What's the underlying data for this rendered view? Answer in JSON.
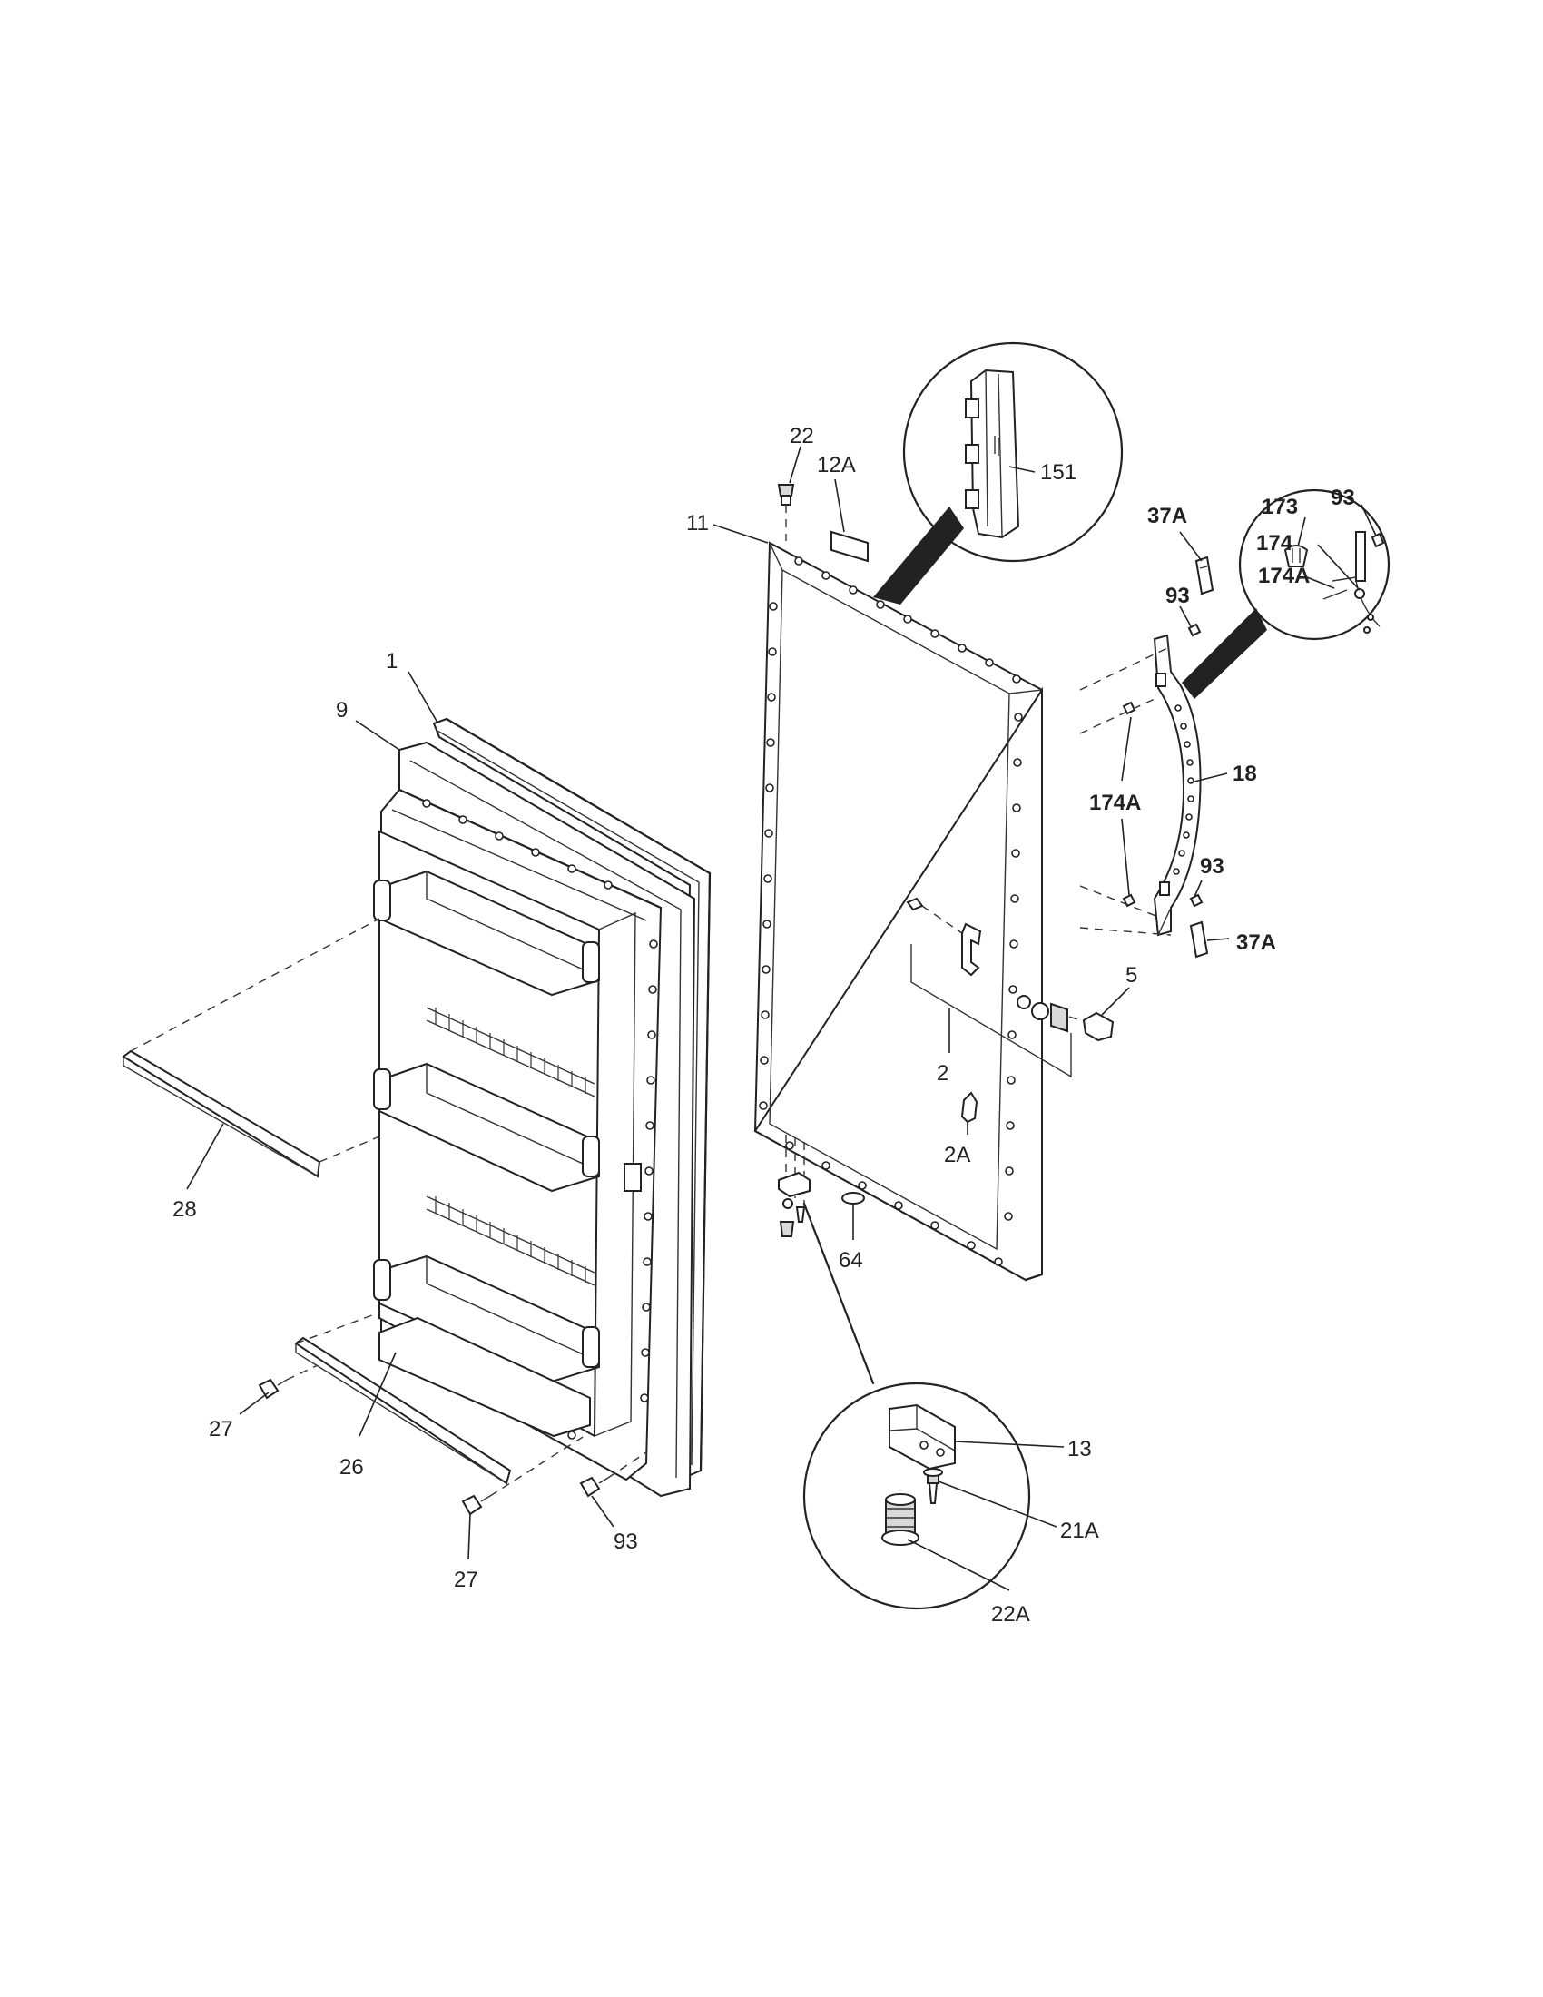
{
  "labels": {
    "l1": "1",
    "l9": "9",
    "l28": "28",
    "l27a": "27",
    "l26": "26",
    "l27b": "27",
    "l93a": "93",
    "l11": "11",
    "l22": "22",
    "l12a": "12A",
    "l151": "151",
    "l2": "2",
    "l2a": "2A",
    "l64": "64",
    "l13": "13",
    "l21a": "21A",
    "l22a": "22A",
    "l5": "5",
    "l37a1": "37A",
    "l93b": "93",
    "l174a1": "174A",
    "l18": "18",
    "l93c": "93",
    "l37a2": "37A",
    "l173": "173",
    "l174": "174",
    "l174a2": "174A",
    "l93d": "93"
  }
}
